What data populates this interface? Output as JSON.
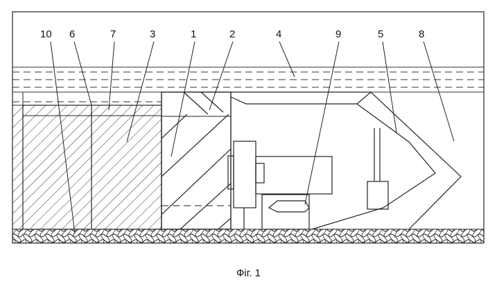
{
  "figure": {
    "caption": "Фіг. 1",
    "callouts": [
      "10",
      "6",
      "7",
      "3",
      "1",
      "2",
      "4",
      "9",
      "5",
      "8"
    ]
  }
}
